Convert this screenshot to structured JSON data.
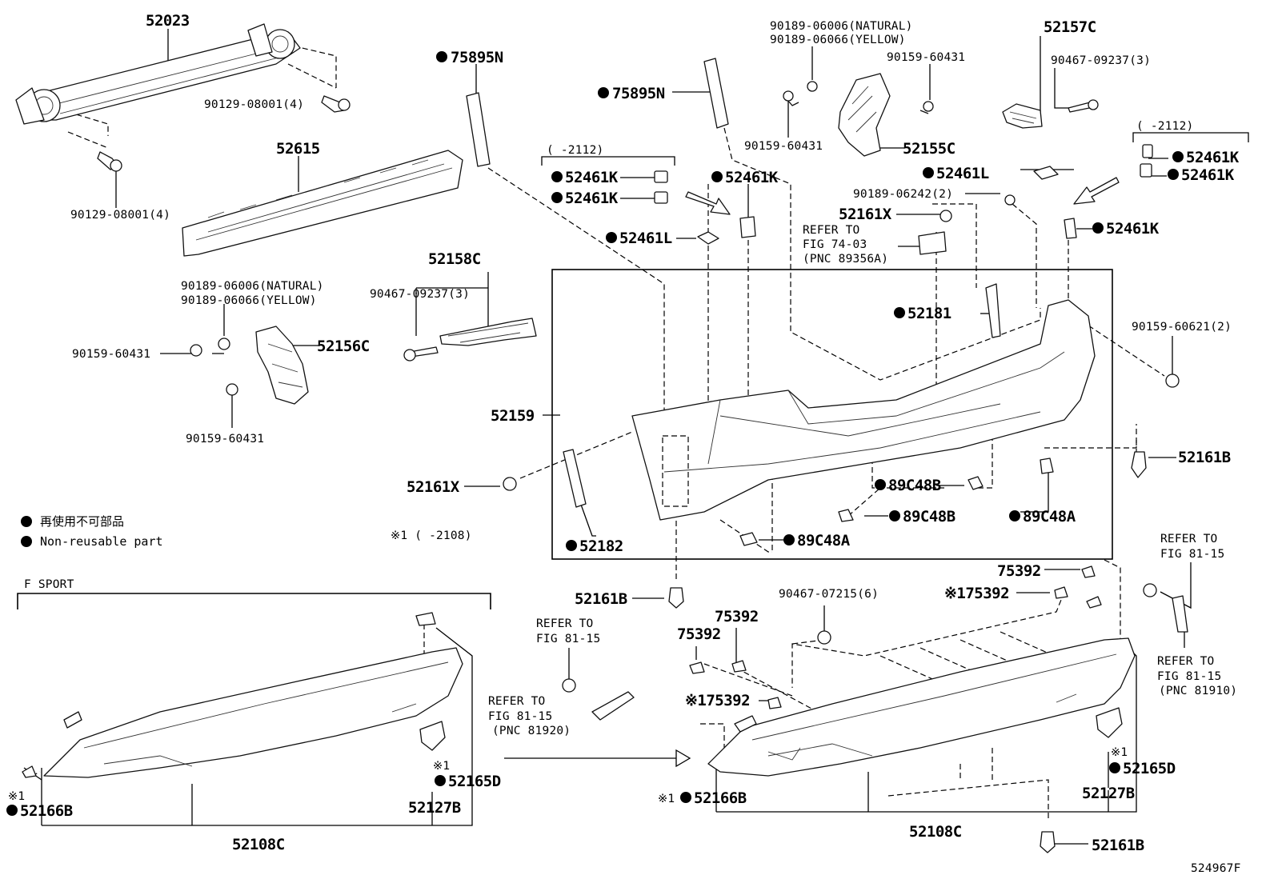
{
  "legend": {
    "jp": "再使用不可部品",
    "en": "Non-reusable part"
  },
  "notes": {
    "cond_note": "※1 (      -2108)",
    "range_a": "(      -2112)",
    "range_b": "(      -2112)",
    "fsport": "F SPORT"
  },
  "refs": {
    "fig74": [
      "REFER TO",
      "FIG 74-03",
      "(PNC 89356A)"
    ],
    "fig81_a": [
      "REFER TO",
      "FIG 81-15"
    ],
    "fig81_b": [
      "REFER TO",
      "FIG 81-15",
      "(PNC 81920)"
    ],
    "fig81_c": [
      "REFER TO",
      "FIG 81-15"
    ],
    "fig81_d": [
      "REFER TO",
      "FIG 81-15",
      "(PNC 81910)"
    ]
  },
  "parts": {
    "p52023": "52023",
    "p90129_a": "90129-08001(4)",
    "p90129_b": "90129-08001(4)",
    "p52615": "52615",
    "p75895N_a": "75895N",
    "p75895N_b": "75895N",
    "p90189_nat_a": "90189-06006(NATURAL)",
    "p90189_yel_a": "90189-06066(YELLOW)",
    "p90159_60431_a": "90159-60431",
    "p90159_60431_b": "90159-60431",
    "p52155C": "52155C",
    "p52157C": "52157C",
    "p90467_a": "90467-09237(3)",
    "p52461K_1": "52461K",
    "p52461K_2": "52461K",
    "p52461K_3": "52461K",
    "p52461K_4": "52461K",
    "p52461K_5": "52461K",
    "p52461K_6": "52461K",
    "p52461L_1": "52461L",
    "p52461L_2": "52461L",
    "p90189_06242": "90189-06242(2)",
    "p52161X_a": "52161X",
    "p52181": "52181",
    "p90159_60621": "90159-60621(2)",
    "p52158C": "52158C",
    "p90189_nat_b": "90189-06006(NATURAL)",
    "p90189_yel_b": "90189-06066(YELLOW)",
    "p90467_b": "90467-09237(3)",
    "p90159_60431_c": "90159-60431",
    "p52156C": "52156C",
    "p90159_60431_d": "90159-60431",
    "p52159": "52159",
    "p52161X_b": "52161X",
    "p52182": "52182",
    "p89C48B_a": "89C48B",
    "p89C48B_b": "89C48B",
    "p89C48A_a": "89C48A",
    "p89C48A_b": "89C48A",
    "p52161B_a": "52161B",
    "p52161B_b": "52161B",
    "p52161B_c": "52161B",
    "p75392_a": "75392",
    "p75392_b": "※175392",
    "p75392_c": "75392",
    "p75392_d": "75392",
    "p75392_e": "※175392",
    "p90467_07215": "90467-07215(6)",
    "p52166B_a": "52166B",
    "p52166B_b": "52166B",
    "p52165D_a": "52165D",
    "p52165D_b": "52165D",
    "p52127B_a": "52127B",
    "p52127B_b": "52127B",
    "p52108C_a": "52108C",
    "p52108C_b": "52108C",
    "mark_a": "※1",
    "mark_b": "※1",
    "mark_c": "※1",
    "mark_d": "※1"
  },
  "figure_id": "524967F"
}
